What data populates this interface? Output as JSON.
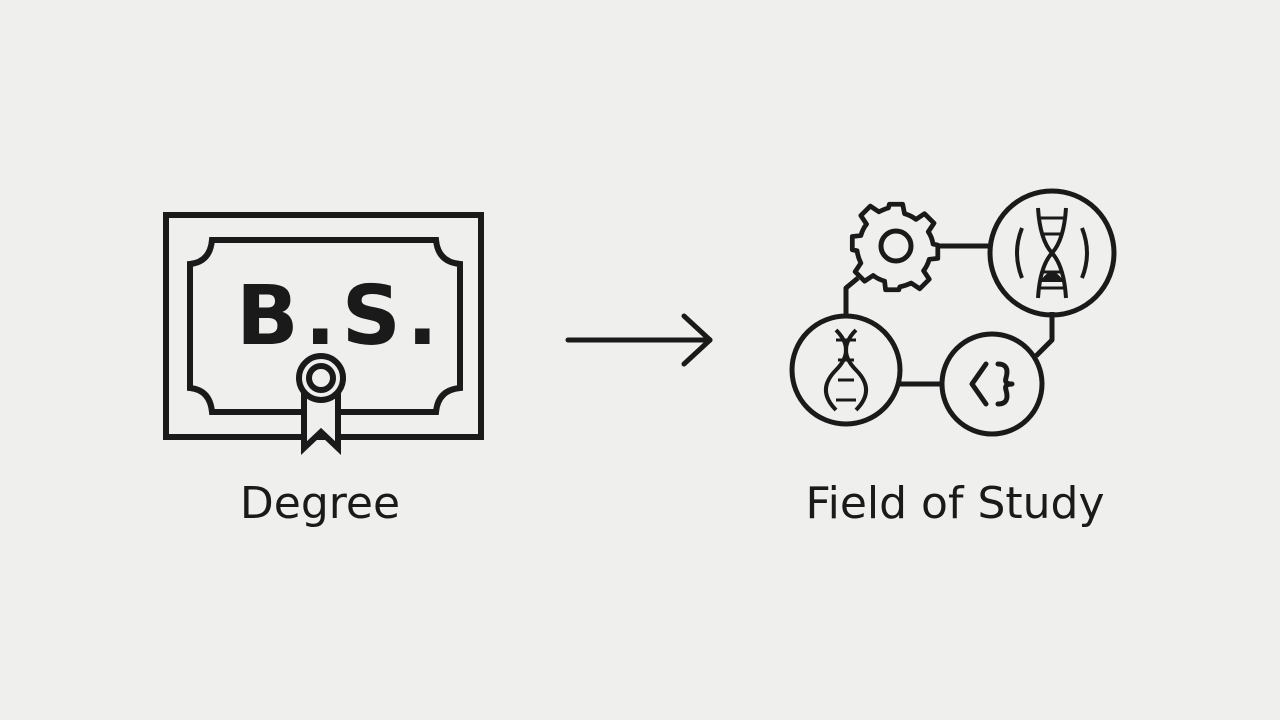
{
  "degree": {
    "label": "Degree",
    "certificate_text": "B.S.",
    "icon": "certificate-icon"
  },
  "arrow": {
    "icon": "arrow-right-icon"
  },
  "field": {
    "label": "Field of Study",
    "nodes": [
      {
        "icon": "gear-icon"
      },
      {
        "icon": "dna-molecule-icon"
      },
      {
        "icon": "dna-strand-icon"
      },
      {
        "icon": "code-brackets-icon"
      }
    ]
  },
  "colors": {
    "background": "#efefed",
    "stroke": "#1a1a1a"
  }
}
